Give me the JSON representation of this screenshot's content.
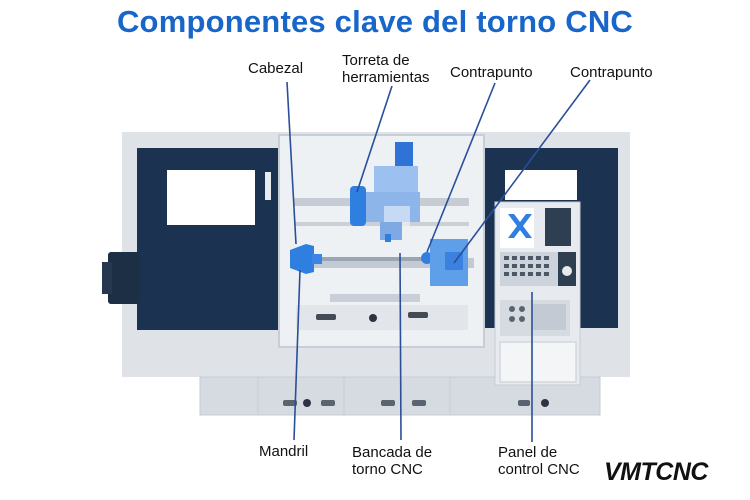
{
  "title": "Componentes clave del torno CNC",
  "labels": {
    "cabezal": "Cabezal",
    "torreta": "Torreta de\nherramientas",
    "contrapunto_1": "Contrapunto",
    "contrapunto_2": "Contrapunto",
    "mandril": "Mandril",
    "bancada": "Bancada de\ntorno CNC",
    "panel": "Panel de\ncontrol CNC"
  },
  "logo": "VMTCNC",
  "colors": {
    "title": "#1866c9",
    "machine_dark": "#19324e",
    "machine_light": "#d8dde3",
    "accent_blue": "#2f7fe0",
    "pointer_line": "#2a4f9a"
  }
}
